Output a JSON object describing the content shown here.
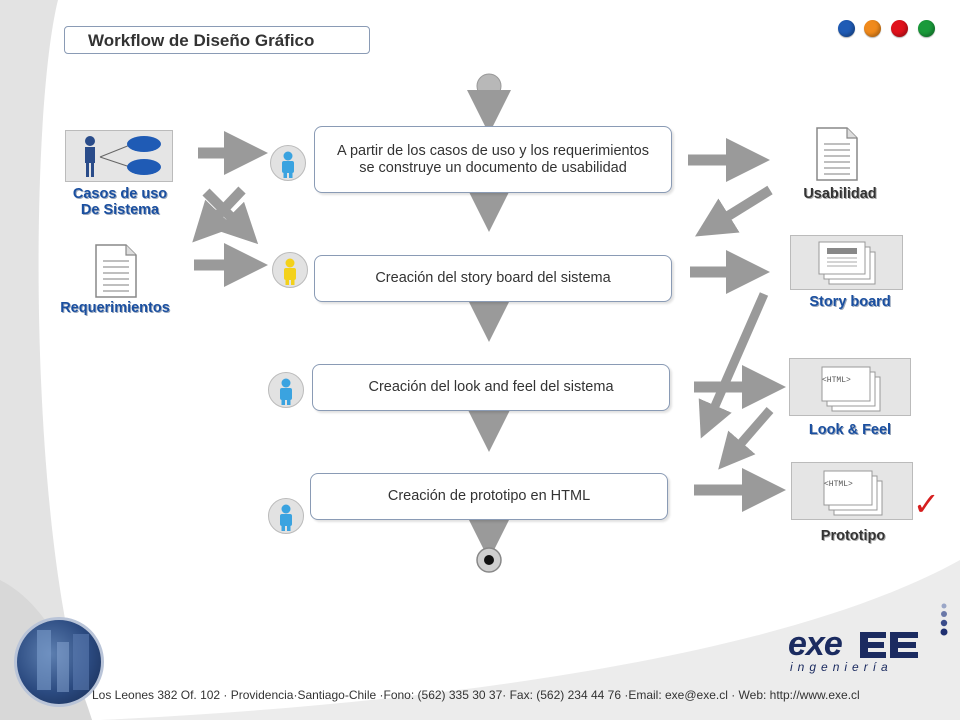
{
  "header": {
    "title": "Workflow de Diseño Gráfico"
  },
  "palette": {
    "dots": [
      "#1f5bb5",
      "#f08a1c",
      "#e0111b",
      "#1a9a3a"
    ],
    "label_blue": "#1a4fa0",
    "arrow_gray": "#9a9a9a"
  },
  "inputs": {
    "casos_de_uso": "Casos de uso\nDe Sistema",
    "requerimientos": "Requerimientos"
  },
  "steps": [
    {
      "text": "A partir de los casos de uso y los requerimientos\nse construye un documento de usabilidad",
      "actor_color": "#3aa3e0"
    },
    {
      "text": "Creación del story board del sistema",
      "actor_color": "#f3d11a"
    },
    {
      "text": "Creación del look and feel del sistema",
      "actor_color": "#3aa3e0"
    },
    {
      "text": "Creación de prototipo en HTML",
      "actor_color": "#3aa3e0"
    }
  ],
  "outputs": {
    "usabilidad": "Usabilidad",
    "story_board": "Story board",
    "look_feel": "Look & Feel",
    "prototipo": "Prototipo",
    "html_tag": "<HTML>"
  },
  "footer": {
    "contact": "Los Leones 382 Of. 102 · Providencia·Santiago-Chile ·Fono: (562) 335 30 37· Fax: (562) 234 44 76 ·Email: exe@exe.cl · Web: http://www.exe.cl",
    "logo_main": "exe",
    "logo_sub": "ingeniería"
  },
  "check_mark": "✓"
}
